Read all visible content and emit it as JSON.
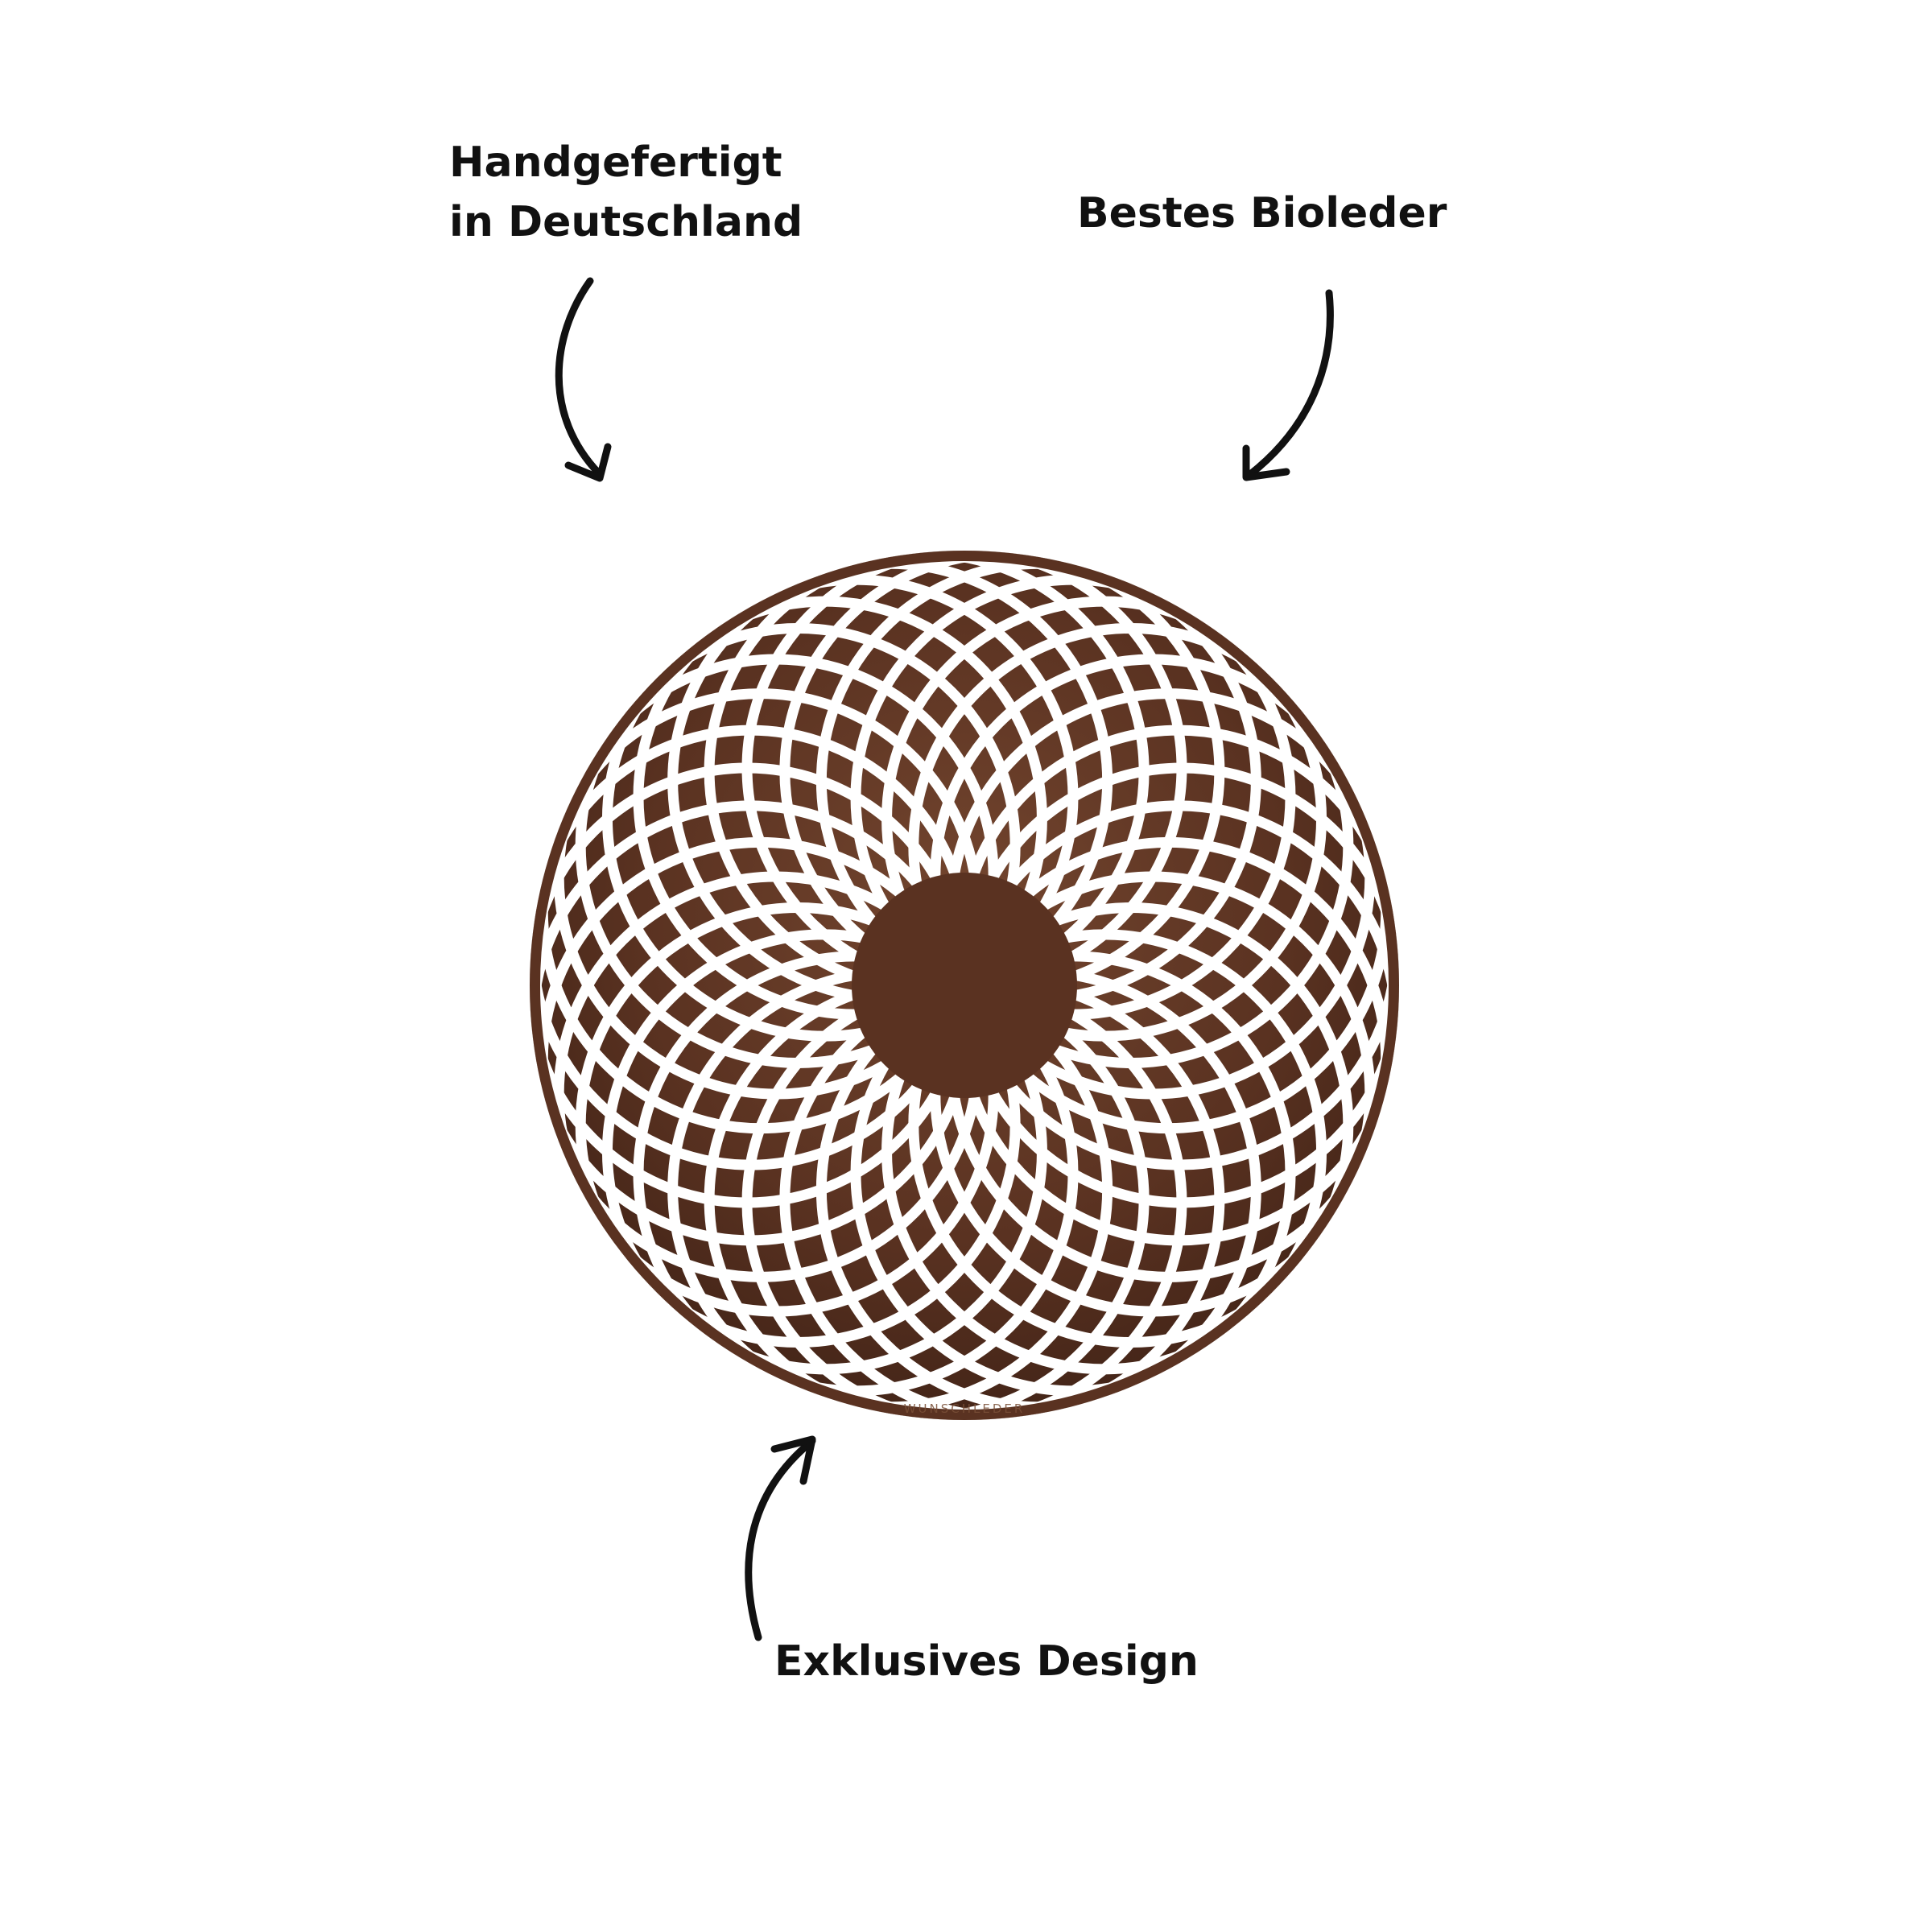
{
  "callouts": {
    "handmade": {
      "line1": "Handgefertigt",
      "line2": "in Deutschland"
    },
    "leather": "Bestes Bioleder",
    "design": "Exklusives Design"
  },
  "product": {
    "name": "round-leather-placemat",
    "pattern": "interlaced-circle-rosette",
    "brand_mark": "WUNSCHLEDER",
    "ring_count": 36,
    "color": "#5a3221",
    "color_light": "#74462f",
    "color_dark": "#3f2216"
  },
  "colors": {
    "background": "#ffffff",
    "text": "#111111",
    "arrow": "#111111"
  },
  "icons": [
    "curved-arrow-icon",
    "curved-arrow-icon",
    "curved-arrow-icon"
  ]
}
